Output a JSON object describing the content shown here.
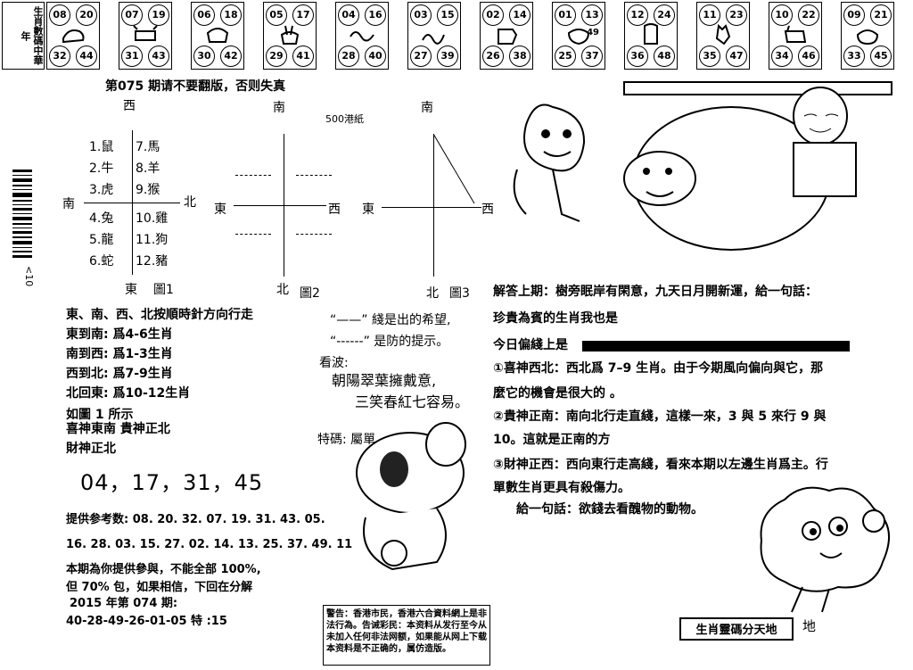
{
  "header": {
    "left_label": "生肖數碼中華年",
    "cells": [
      {
        "top_left": "08",
        "top_right": "20",
        "bottom_left": "32",
        "bottom_right": "44",
        "icon": "rat-icon"
      },
      {
        "top_left": "07",
        "top_right": "19",
        "bottom_left": "31",
        "bottom_right": "43",
        "icon": "ox-icon"
      },
      {
        "top_left": "06",
        "top_right": "18",
        "bottom_left": "30",
        "bottom_right": "42",
        "icon": "tiger-icon"
      },
      {
        "top_left": "05",
        "top_right": "17",
        "bottom_left": "29",
        "bottom_right": "41",
        "icon": "rabbit-icon"
      },
      {
        "top_left": "04",
        "top_right": "16",
        "bottom_left": "28",
        "bottom_right": "40",
        "icon": "dragon-icon"
      },
      {
        "top_left": "03",
        "top_right": "15",
        "bottom_left": "27",
        "bottom_right": "39",
        "icon": "snake-icon"
      },
      {
        "top_left": "02",
        "top_right": "14",
        "bottom_left": "26",
        "bottom_right": "38",
        "icon": "horse-icon"
      },
      {
        "top_left": "01",
        "top_right": "13",
        "bottom_left": "25",
        "bottom_right": "37",
        "icon": "goat-icon",
        "extra": "49"
      },
      {
        "top_left": "12",
        "top_right": "24",
        "bottom_left": "36",
        "bottom_right": "48",
        "icon": "monkey-icon"
      },
      {
        "top_left": "11",
        "top_right": "23",
        "bottom_left": "35",
        "bottom_right": "47",
        "icon": "rooster-icon"
      },
      {
        "top_left": "10",
        "top_right": "22",
        "bottom_left": "34",
        "bottom_right": "46",
        "icon": "dog-icon"
      },
      {
        "top_left": "09",
        "top_right": "21",
        "bottom_left": "33",
        "bottom_right": "45",
        "icon": "pig-icon"
      }
    ]
  },
  "issue_title": "第075 期请不要翻版，否则失真",
  "paper_label": "500港紙",
  "barcode_text": "<10",
  "diagram1": {
    "top": "西",
    "left": "南",
    "right": "北",
    "bottom": "東",
    "caption": "圖1",
    "col1": [
      "1.鼠",
      "2.牛",
      "3.虎",
      "4.兔",
      "5.龍",
      "6.蛇"
    ],
    "col2": [
      "7.馬",
      "8.羊",
      "9.猴",
      "10.雞",
      "11.狗",
      "12.豬"
    ]
  },
  "diagram2": {
    "top": "南",
    "left": "東",
    "right": "西",
    "bottom": "北",
    "caption": "圖2"
  },
  "diagram3": {
    "top": "南",
    "left": "東",
    "right": "西",
    "bottom": "北",
    "caption": "圖3"
  },
  "legend": {
    "solid": "“——”  綫是出的希望,",
    "dashed": "“------”  是防的提示。"
  },
  "kanbo": {
    "label": "看波:",
    "line1": "朝陽翠葉擁戴意,",
    "line2": "三笑春紅七容易。"
  },
  "tema": "特碼:  屬單",
  "rules": [
    "東、南、西、北按順時針方向行走",
    "東到南: 爲4-6生肖",
    "南到西: 爲1-3生肖",
    "西到北: 爲7-9生肖",
    "北回東: 爲10-12生肖",
    "如圖 1 所示",
    "喜神東南     貴神正北",
    "財神正北"
  ],
  "big_numbers": "04，17，31，45",
  "ref_label": "提供参考数: 08. 20. 32. 07. 19. 31. 43. 05.",
  "ref_line2": "16. 28. 03. 15. 27. 02. 14. 13. 25. 37. 49. 11",
  "promise": [
    "本期為你提供參與，不能全部 100%,",
    "但 70% 包，如果相信，下回在分解"
  ],
  "last_issue": {
    "label": "2015 年第 074 期:",
    "result": "40-28-49-26-01-05 特 :15"
  },
  "answer": {
    "line1": "解答上期：樹旁眠岸有閑意，九天日月開新運，給一句話：",
    "line2": "珍貴為賓的生肖我也是",
    "line3": "今日偏綫上是",
    "p1a": "①喜神西北：西北爲 7–9 生肖。由于今期風向偏向與它，那",
    "p1b": "麼它的機會是很大的 。",
    "p2a": "②貴神正南：南向北行走直綫，這樣一來，3 與 5 來行 9 與",
    "p2b": "10。這就是正南的方",
    "p3a": "③財神正西：西向東行走高綫，看來本期以左邊生肖爲主。行",
    "p3b": "單數生肖更具有殺傷力。",
    "tip": "給一句話：欲錢去看醜物的動物。"
  },
  "warning": "警告：香港市民，香港六合資料網上是非法行為。告诫彩民：本资料从发行至今从未加入任何非法网额，如果能从网上下载本资料是不正确的，属仿造版。",
  "stamp": "生肖靈碼分天地",
  "stamp_suffix": "地"
}
